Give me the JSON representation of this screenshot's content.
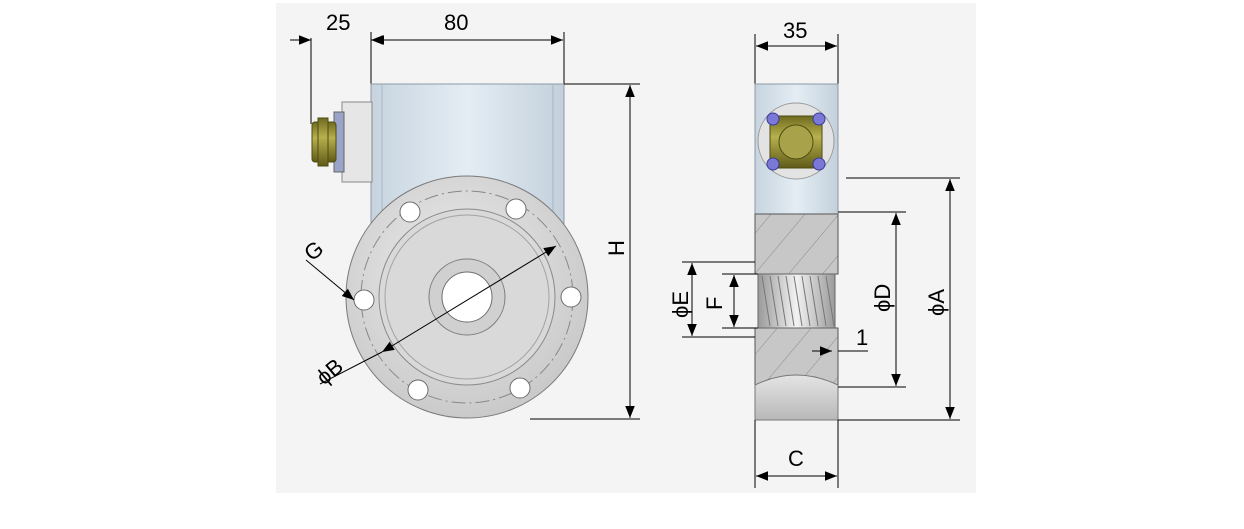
{
  "dimensions": {
    "connector_offset": "25",
    "body_width": "80",
    "side_width": "35",
    "height": "H",
    "bolt_hole": "G",
    "bolt_circle": "ϕB",
    "inner_diameter_e": "ϕE",
    "thread": "F",
    "inner_diameter_d": "ϕD",
    "outer_diameter_a": "ϕA",
    "step": "1",
    "thickness": "C"
  },
  "colors": {
    "background": "#ffffff",
    "panel": "#f4f4f4",
    "housing": "#d4e0ea",
    "flange": "#d8d8d8",
    "hatch_fill": "#c6c6c6",
    "connector_brass": "#8f8a2e",
    "screw_blue": "#7a79d8"
  },
  "icons": [
    "connector-icon",
    "hatched-section-icon",
    "thread-icon"
  ]
}
